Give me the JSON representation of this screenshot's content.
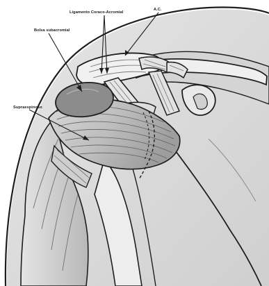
{
  "labels": {
    "ac": "A.C.",
    "ligament": "Ligamento Coraco-Acromial",
    "bursa": "Bolsa subacromial",
    "supraspinatus": "Supraespinoso"
  },
  "colors": {
    "ink": "#1e1e1e",
    "bone_light": "#ececec",
    "muscle_gray": "#b9b9b9",
    "bursa_gray": "#8e8e8e",
    "background_shade": "#dcdcdc"
  }
}
